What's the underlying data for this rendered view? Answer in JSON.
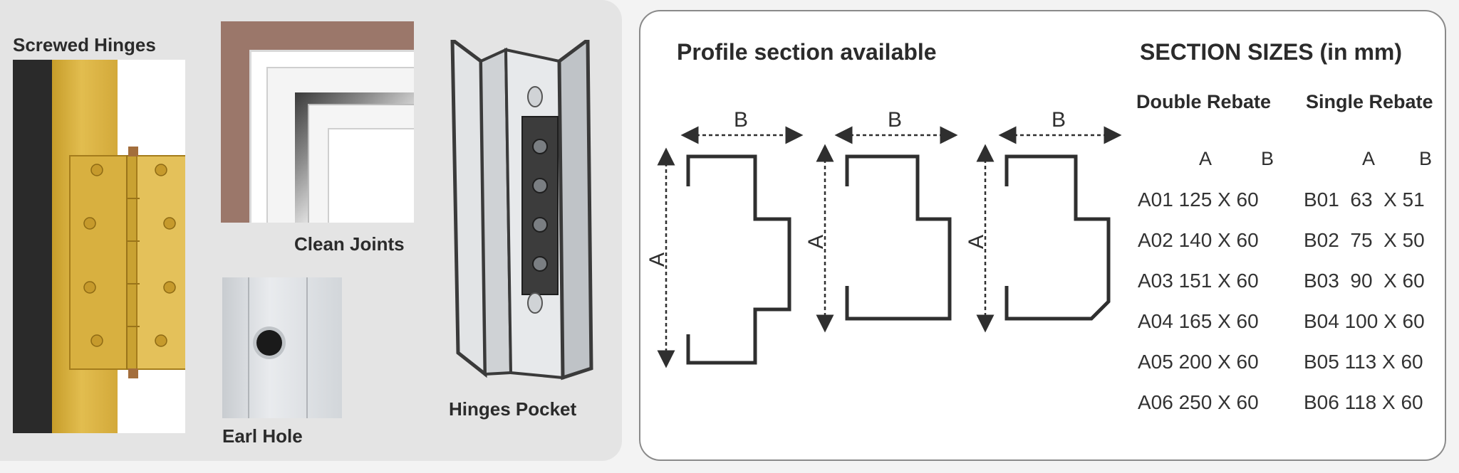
{
  "features": {
    "screwed_hinges": "Screwed Hinges",
    "clean_joints": "Clean Joints",
    "earl_hole": "Earl Hole",
    "hinges_pocket": "Hinges Pocket"
  },
  "profile": {
    "title": "Profile section available",
    "dim_a": "A",
    "dim_b": "B"
  },
  "sizes": {
    "title": "SECTION SIZES (in mm)",
    "double_rebate": {
      "heading": "Double Rebate",
      "col_a": "A",
      "col_b": "B",
      "rows": [
        "A01 125 X 60",
        "A02 140 X 60",
        "A03 151 X 60",
        "A04 165 X 60",
        "A05 200 X 60",
        "A06 250 X 60"
      ]
    },
    "single_rebate": {
      "heading": "Single Rebate",
      "col_a": "A",
      "col_b": "B",
      "rows": [
        "B01  63  X 51",
        "B02  75  X 50",
        "B03  90  X 60",
        "B04 100 X 60",
        "B05 113 X 60",
        "B06 118 X 60"
      ]
    }
  }
}
